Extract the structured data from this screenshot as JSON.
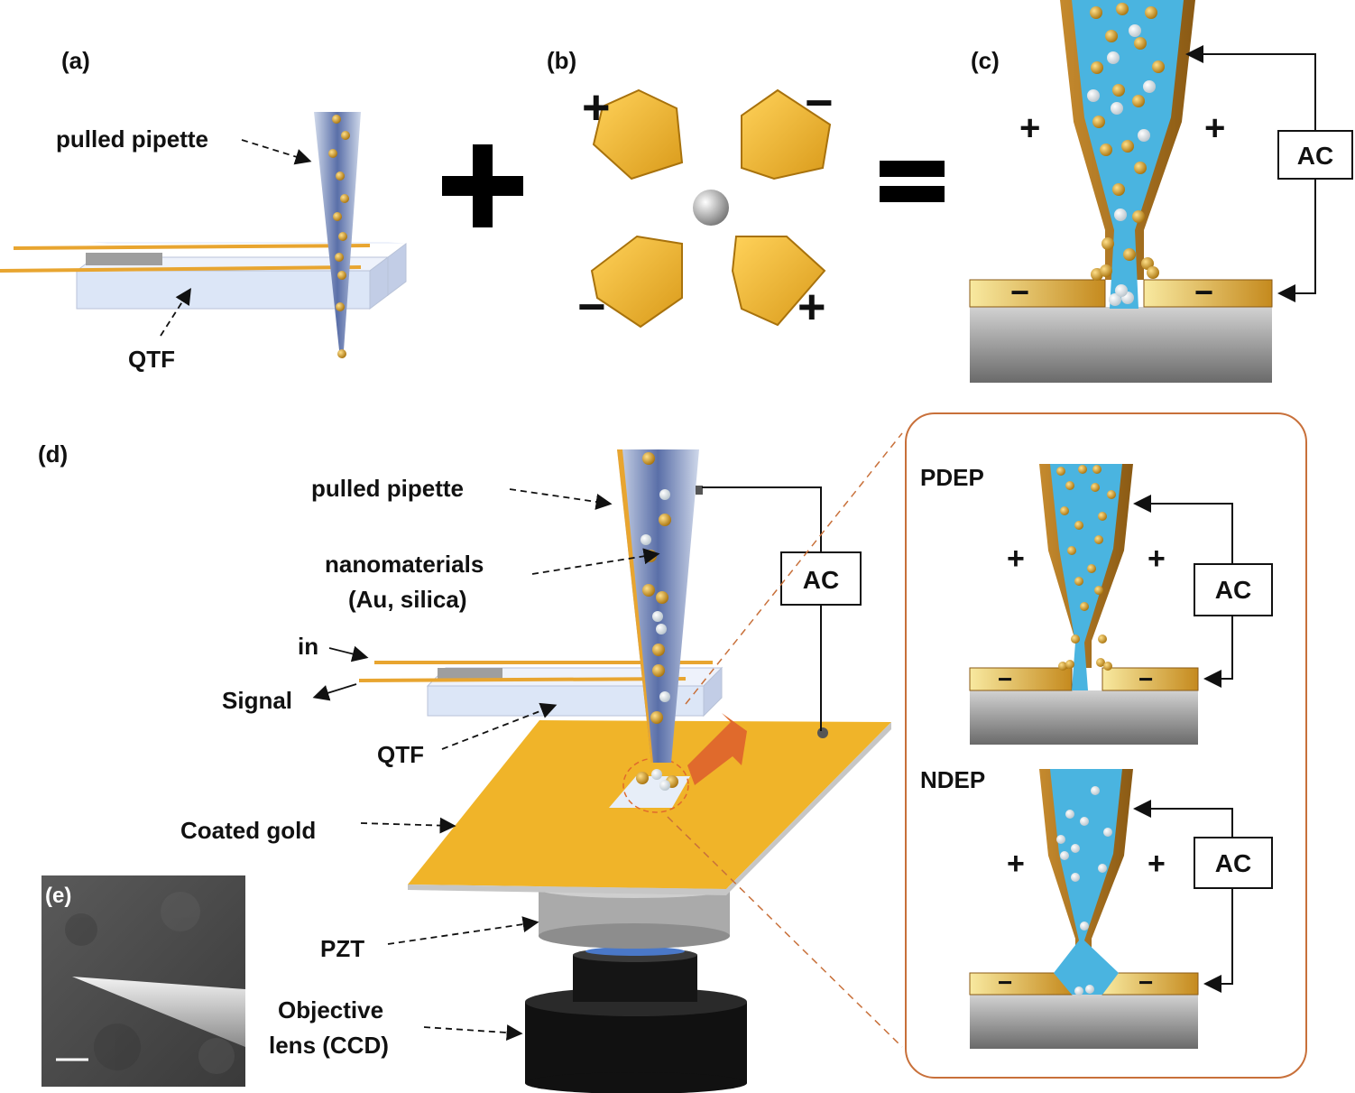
{
  "panels": {
    "a": {
      "tag": "(a)",
      "pipette_label": "pulled pipette",
      "qtf_label": "QTF"
    },
    "b": {
      "tag": "(b)",
      "signs": [
        "+",
        "−",
        "−",
        "+"
      ]
    },
    "c": {
      "tag": "(c)",
      "plus_left": "+",
      "plus_right": "+",
      "minus_left": "−",
      "minus_right": "−",
      "ac_label": "AC"
    },
    "d": {
      "tag": "(d)",
      "pipette_label": "pulled pipette",
      "nano_label_1": "nanomaterials",
      "nano_label_2": "(Au, silica)",
      "in_label": "in",
      "signal_label": "Signal",
      "qtf_label": "QTF",
      "gold_label": "Coated gold",
      "pzt_label": "PZT",
      "objective_label_1": "Objective",
      "objective_label_2": "lens (CCD)",
      "ac_label": "AC"
    },
    "inset": {
      "pdep": {
        "title": "PDEP",
        "plus_left": "+",
        "plus_right": "+",
        "minus_left": "−",
        "minus_right": "−",
        "ac_label": "AC"
      },
      "ndep": {
        "title": "NDEP",
        "plus_left": "+",
        "plus_right": "+",
        "minus_left": "−",
        "minus_right": "−",
        "ac_label": "AC"
      }
    },
    "e": {
      "tag": "(e)"
    }
  },
  "operators": {
    "plus": "+",
    "equals": "="
  },
  "colors": {
    "gold": "#f0b429",
    "gold_dark": "#b8860b",
    "solution_blue": "#4ab4e0",
    "glass_blue": "#7a93c8",
    "qtf_blue": "#dce6f7",
    "substrate_grey": "#b5b5b5",
    "arrow_orange": "#e06a2c"
  }
}
